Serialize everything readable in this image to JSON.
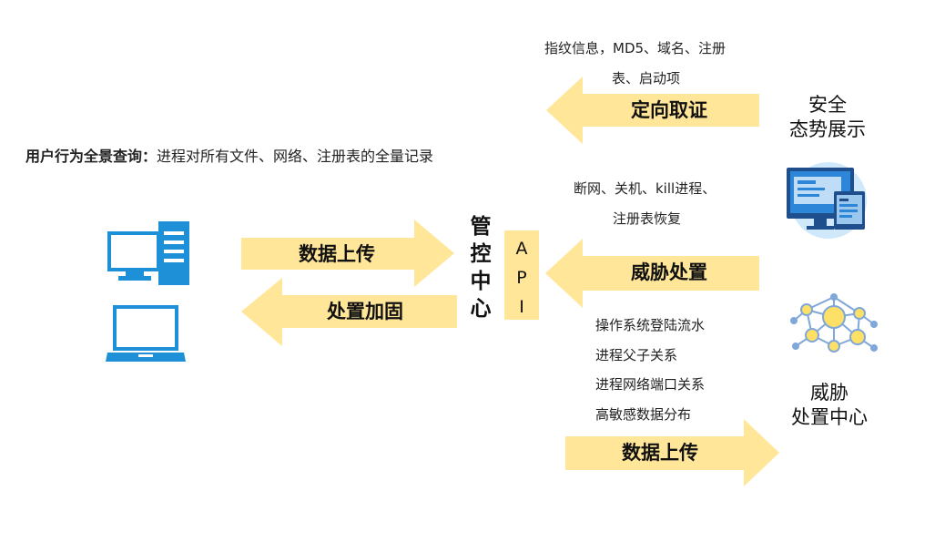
{
  "colors": {
    "arrow_fill": "#FFE699",
    "icon_blue": "#1E90D8",
    "network_yellow": "#FFE066",
    "network_line": "#7FA7D9",
    "monitor_circle": "#CFE8FA"
  },
  "left_note": {
    "bold": "用户行为全景查询：",
    "text": "进程对所有文件、网络、注册表的全量记录"
  },
  "left_arrows": {
    "upload": "数据上传",
    "reinforce": "处置加固"
  },
  "center": {
    "mgmt_chars": [
      "管",
      "控",
      "中",
      "心"
    ],
    "api_chars": [
      "A",
      "P",
      "I"
    ]
  },
  "right_top": {
    "note_line1": "指纹信息，MD5、域名、注册",
    "note_line2": "表、启动项",
    "arrow": "定向取证",
    "title_line1": "安全",
    "title_line2": "态势展示"
  },
  "right_middle": {
    "note_line1": "断网、关机、kill进程、",
    "note_line2": "注册表恢复",
    "arrow": "威胁处置"
  },
  "right_bottom": {
    "items": [
      "操作系统登陆流水",
      "进程父子关系",
      "进程网络端口关系",
      "高敏感数据分布"
    ],
    "arrow": "数据上传",
    "title_line1": "威胁",
    "title_line2": "处置中心"
  },
  "icons": {
    "desktop": "desktop-computer-icon",
    "laptop": "laptop-icon",
    "dashboard": "dashboard-monitor-icon",
    "network": "network-nodes-icon"
  }
}
